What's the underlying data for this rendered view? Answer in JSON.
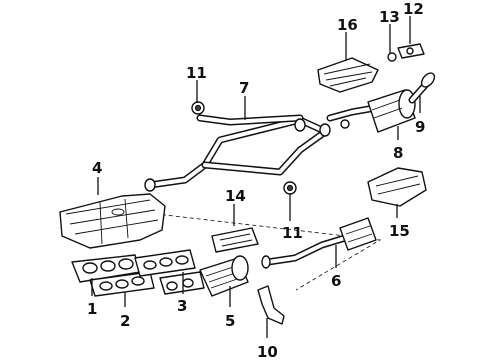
{
  "callouts": {
    "c1": "1",
    "c2": "2",
    "c3": "3",
    "c4": "4",
    "c5": "5",
    "c6": "6",
    "c7": "7",
    "c8": "8",
    "c9": "9",
    "c10": "10",
    "c11a": "11",
    "c11b": "11",
    "c12": "12",
    "c13": "13",
    "c14": "14",
    "c15": "15",
    "c16": "16"
  }
}
